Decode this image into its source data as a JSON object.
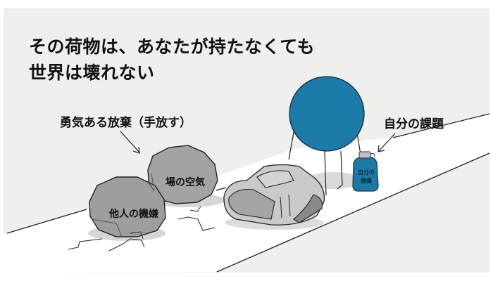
{
  "title": {
    "line1": "その荷物は、あなたが持たなくても",
    "line2": "世界は壊れない"
  },
  "labels": {
    "courageous_abandonment": "勇気ある放棄（手放す）",
    "own_task": "自分の課題"
  },
  "rocks": [
    {
      "label": "他人の機嫌"
    },
    {
      "label": "場の空気"
    }
  ],
  "bottle": {
    "line1": "自分の",
    "line2": "機嫌"
  },
  "colors": {
    "background": "#efefed",
    "path": "#ffffff",
    "ball": "#1a7aa8",
    "bottle": "#1e78a5",
    "rock": "#9a9a9a",
    "backpack": "#c9c9c9"
  }
}
